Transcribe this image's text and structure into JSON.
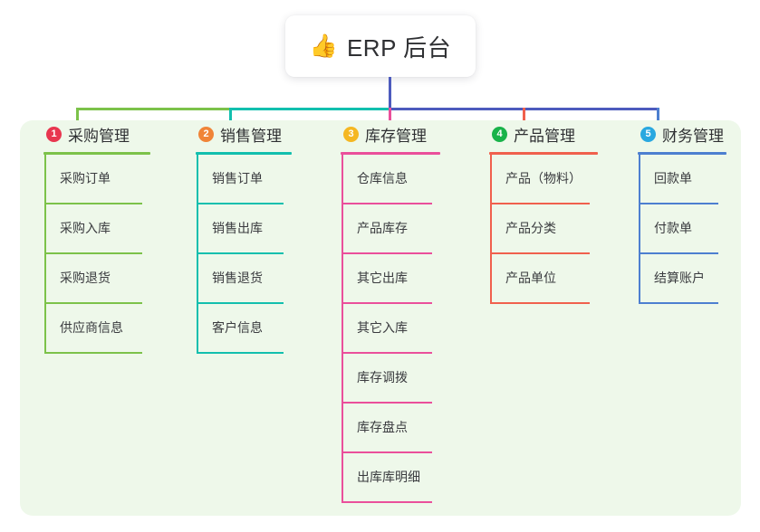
{
  "root": {
    "icon": "thumbs-up-icon",
    "icon_glyph": "👍",
    "title": "ERP 后台"
  },
  "panel": {
    "background": "#eef8ea"
  },
  "stem_color": "#4d5bbd",
  "columns": [
    {
      "index": "1",
      "title": "采购管理",
      "badge_color": "#e8364f",
      "line_color": "#7cc24a",
      "items": [
        "采购订单",
        "采购入库",
        "采购退货",
        "供应商信息"
      ]
    },
    {
      "index": "2",
      "title": "销售管理",
      "badge_color": "#f08437",
      "line_color": "#12bfae",
      "items": [
        "销售订单",
        "销售出库",
        "销售退货",
        "客户信息"
      ]
    },
    {
      "index": "3",
      "title": "库存管理",
      "badge_color": "#f5b722",
      "line_color": "#ea4f9b",
      "items": [
        "仓库信息",
        "产品库存",
        "其它出库",
        "其它入库",
        "库存调拨",
        "库存盘点",
        "出库库明细"
      ]
    },
    {
      "index": "4",
      "title": "产品管理",
      "badge_color": "#19b34a",
      "line_color": "#f0604d",
      "items": [
        "产品（物料）",
        "产品分类",
        "产品单位"
      ]
    },
    {
      "index": "5",
      "title": "财务管理",
      "badge_color": "#29a8e0",
      "line_color": "#4d7fd0",
      "items": [
        "回款单",
        "付款单",
        "结算账户"
      ]
    }
  ],
  "connectors": {
    "trunk_color": "#4d5bbd",
    "segments": [
      {
        "name": "segment-green",
        "color": "#7cc24a"
      },
      {
        "name": "segment-teal",
        "color": "#12bfae"
      },
      {
        "name": "segment-blue",
        "color": "#4d5bbd"
      }
    ],
    "drops": [
      {
        "name": "drop-1",
        "color": "#7cc24a"
      },
      {
        "name": "drop-2",
        "color": "#12bfae"
      },
      {
        "name": "drop-3",
        "color": "#ea4f9b"
      },
      {
        "name": "drop-4",
        "color": "#f0604d"
      },
      {
        "name": "drop-5",
        "color": "#4d7fd0"
      }
    ]
  }
}
